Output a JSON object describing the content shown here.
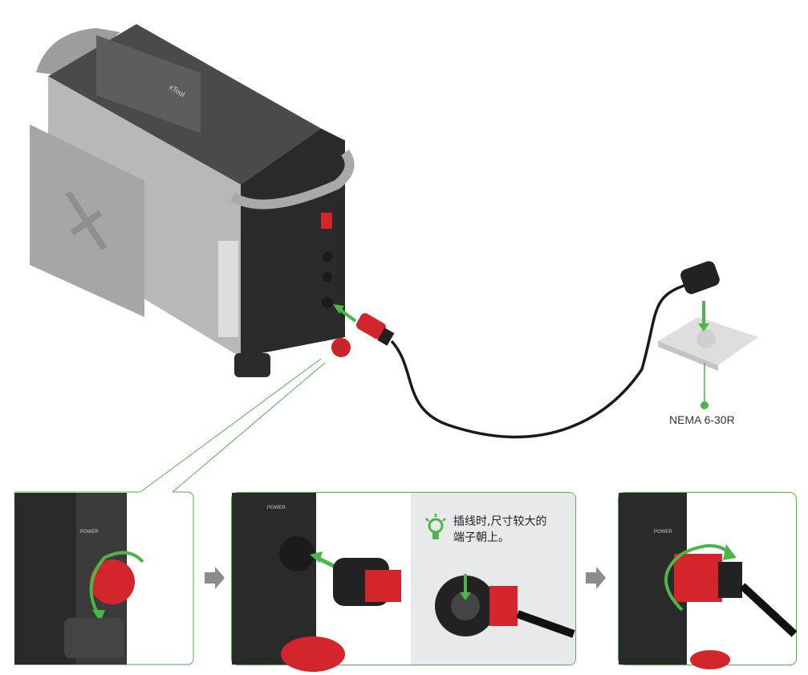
{
  "product": {
    "brand_logo": "xTool"
  },
  "outlet": {
    "label": "NEMA 6-30R"
  },
  "steps": [
    {
      "name": "remove-cap"
    },
    {
      "name": "plug-in",
      "tip_line1": "插线时,尺寸较大的",
      "tip_line2": "端子朝上。"
    },
    {
      "name": "twist-lock"
    }
  ],
  "panel_port_label": "POWER",
  "colors": {
    "accent": "#4cb648",
    "plug_red": "#d3262c",
    "body_gray": "#b7b7b7",
    "dark": "#2b2b2b",
    "tip_bg": "#e8e9ea"
  }
}
